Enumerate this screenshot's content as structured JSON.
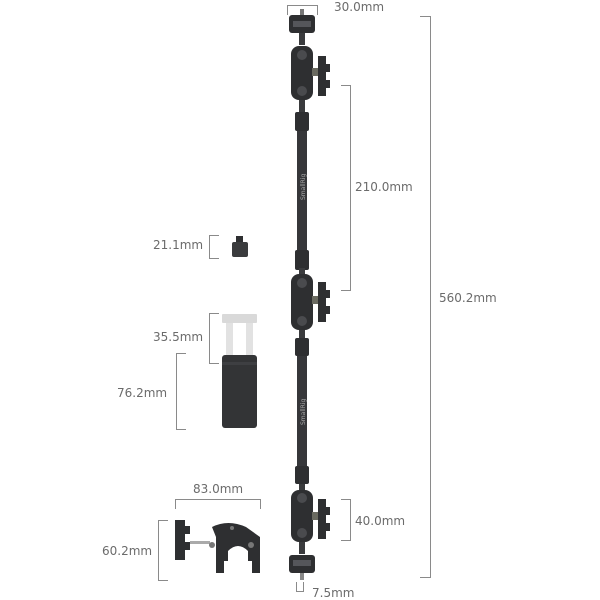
{
  "brand_logo_text": "SmallRig",
  "dimensions": {
    "top_mount_width": "30.0mm",
    "arm_section_length": "210.0mm",
    "total_length": "560.2mm",
    "screw_adapter_height": "21.1mm",
    "phone_holder_extension": "35.5mm",
    "phone_holder_height": "76.2mm",
    "clamp_width": "83.0mm",
    "clamp_height": "60.2mm",
    "ball_joint_height": "40.0mm",
    "screw_length": "7.5mm"
  },
  "colors": {
    "line": "#8a8a8a",
    "metal": "#2e2f31",
    "metal_light": "#4a4b4e",
    "extension": "#d9d9d9"
  }
}
